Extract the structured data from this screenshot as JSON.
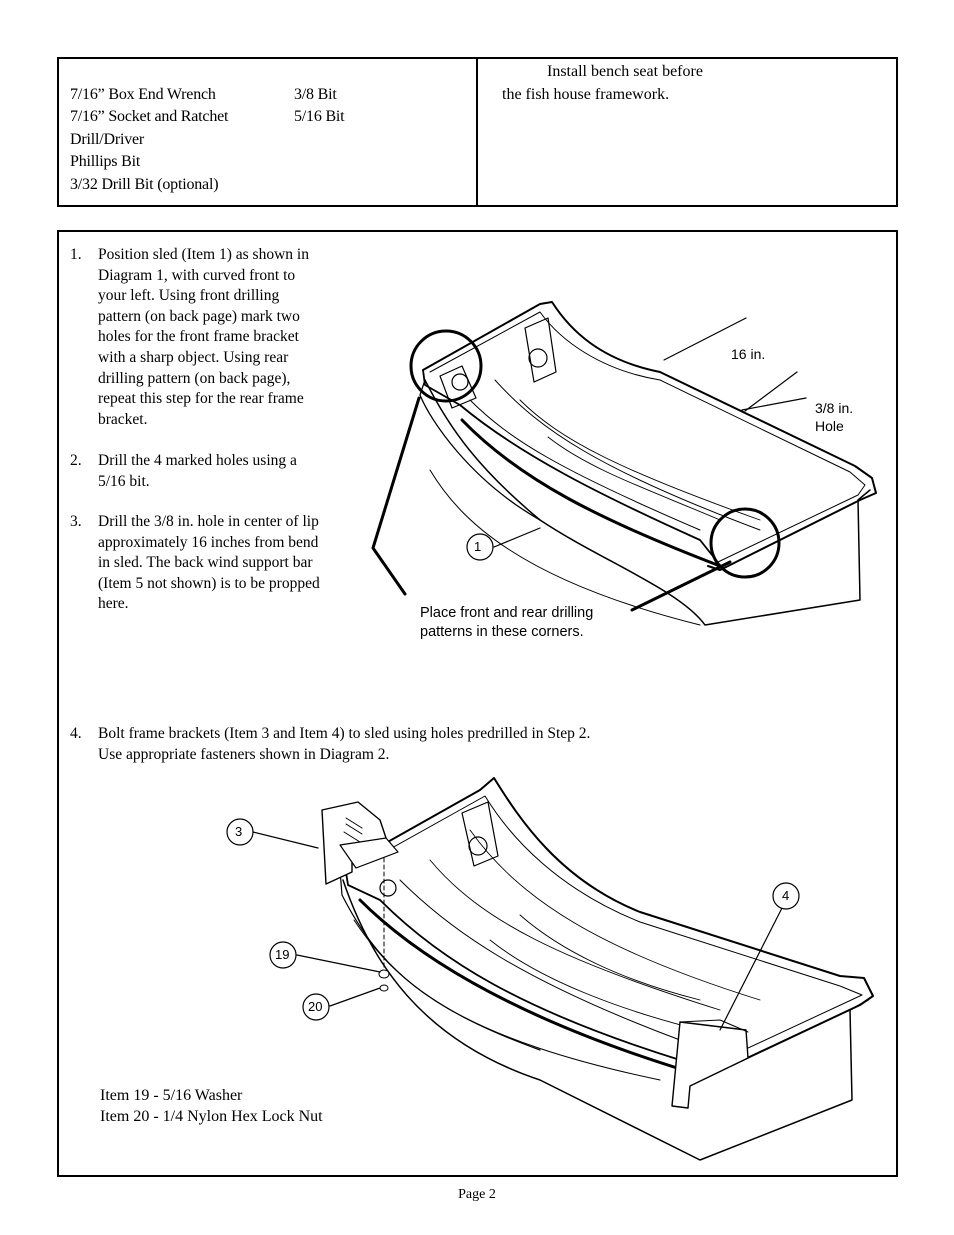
{
  "tools": {
    "left_column": [
      "7/16” Box End Wrench",
      "7/16” Socket and Ratchet",
      "Drill/Driver",
      "Phillips Bit",
      "3/32 Drill Bit (optional)"
    ],
    "right_column": [
      "3/8 Bit",
      "5/16 Bit"
    ]
  },
  "note": {
    "line1": "Install bench seat before",
    "line2": "the fish house framework."
  },
  "steps": [
    {
      "number": "1.",
      "text": "Position sled (Item 1) as shown in Diagram 1, with curved front to your left. Using front drilling pattern (on back page) mark two holes for the front frame bracket with a sharp object. Using rear drilling pattern (on back page), repeat this step for the rear frame bracket."
    },
    {
      "number": "2.",
      "text": "Drill the 4 marked holes using a 5/16 bit."
    },
    {
      "number": "3.",
      "text": "Drill the 3/8 in. hole in center of lip approximately 16 inches from bend in sled. The back wind support bar (Item 5 not shown) is to be propped here."
    },
    {
      "number": "4.",
      "line1": "Bolt frame brackets (Item 3 and Item 4) to sled using holes predrilled in Step 2.",
      "line2": "Use appropriate fasteners shown in Diagram 2."
    }
  ],
  "diagram1": {
    "measure_16": "16 in.",
    "hole_line1": "3/8 in.",
    "hole_line2": "Hole",
    "item_label": "1",
    "callout_line1": "Place front and rear drilling",
    "callout_line2": "patterns in these corners."
  },
  "diagram2": {
    "labels": {
      "item3": "3",
      "item4": "4",
      "item19": "19",
      "item20": "20"
    },
    "legend": [
      "Item 19 - 5/16 Washer",
      "Item 20 - 1/4 Nylon Hex Lock Nut"
    ]
  },
  "page": "Page 2"
}
